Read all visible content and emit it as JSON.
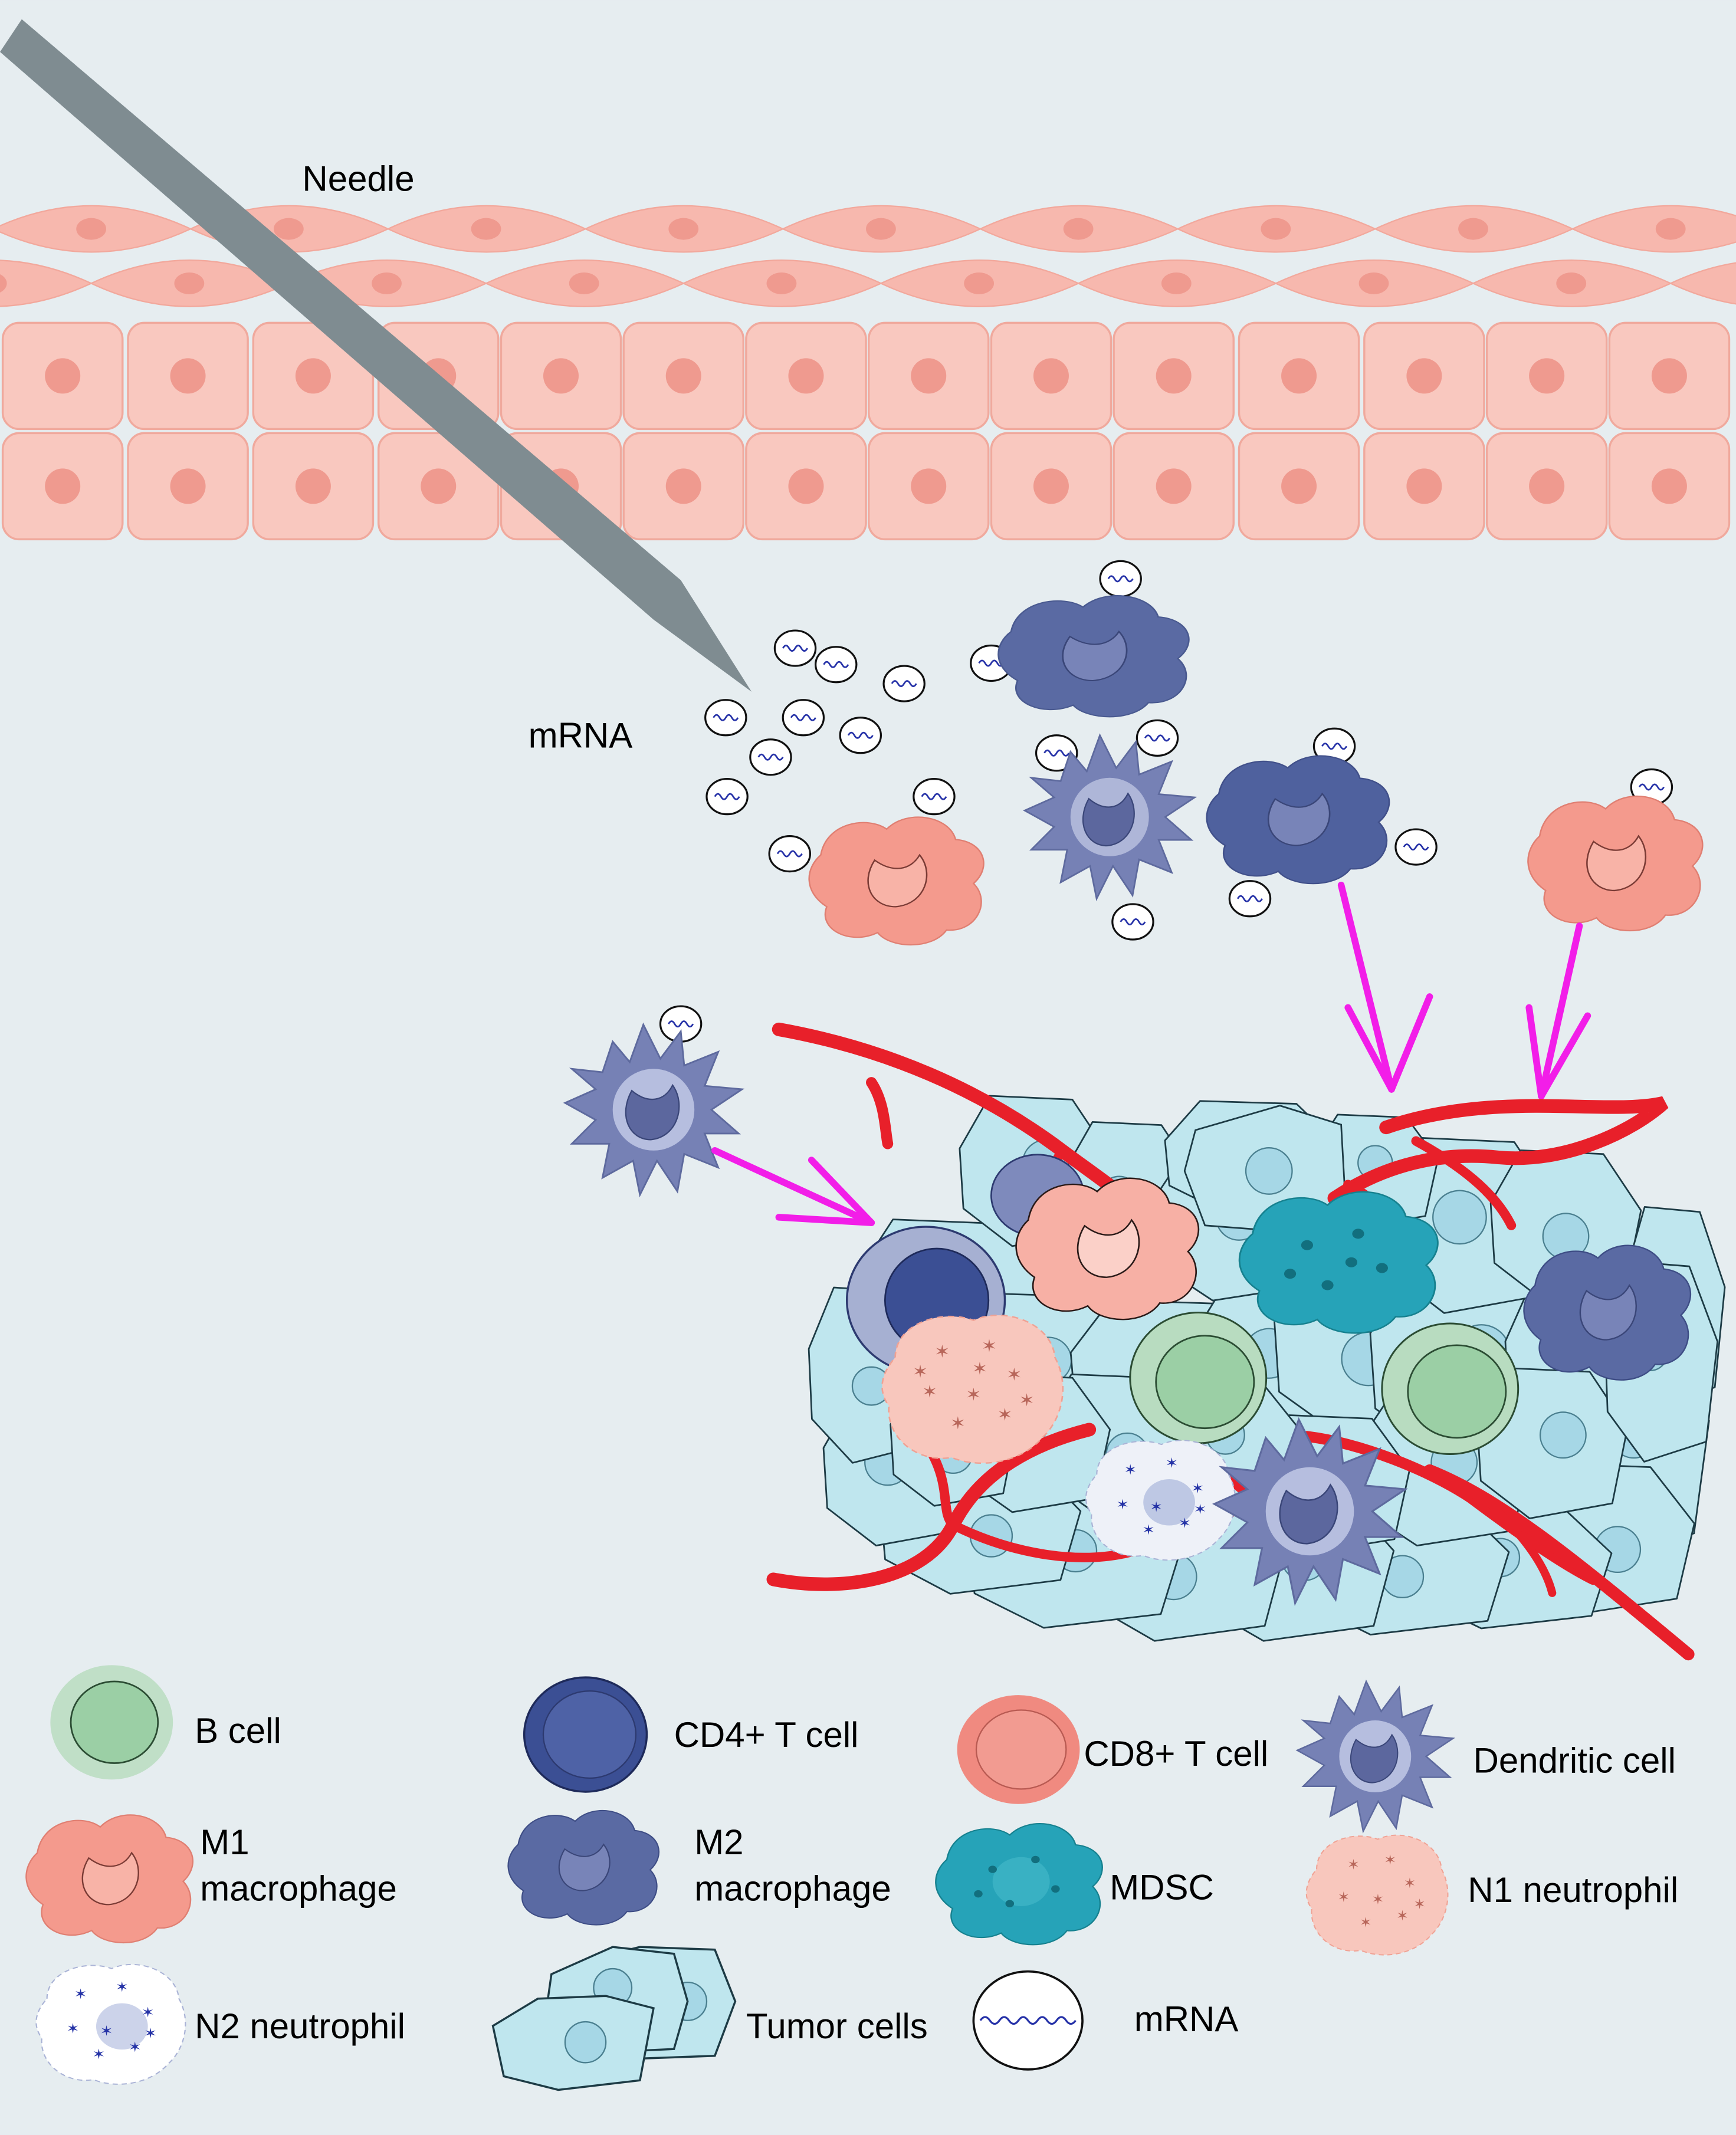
{
  "labels": {
    "needle": "Needle",
    "mrna": "mRNA"
  },
  "legend": [
    {
      "key": "b_cell",
      "lines": [
        "B cell"
      ]
    },
    {
      "key": "cd4",
      "lines": [
        "CD4+ T cell"
      ]
    },
    {
      "key": "cd8",
      "lines": [
        "CD8+ T cell"
      ]
    },
    {
      "key": "dendritic",
      "lines": [
        "Dendritic cell"
      ]
    },
    {
      "key": "m1",
      "lines": [
        "M1",
        "macrophage"
      ]
    },
    {
      "key": "m2",
      "lines": [
        "M2",
        "macrophage"
      ]
    },
    {
      "key": "mdsc",
      "lines": [
        "MDSC"
      ]
    },
    {
      "key": "n1",
      "lines": [
        "N1 neutrophil"
      ]
    },
    {
      "key": "n2",
      "lines": [
        "N2 neutrophil"
      ]
    },
    {
      "key": "tumor",
      "lines": [
        "Tumor cells"
      ]
    },
    {
      "key": "mrna",
      "lines": [
        "mRNA"
      ]
    }
  ],
  "colors": {
    "background": "#e6edf0",
    "skin": "#f7b8ae",
    "skin_nucleus": "#ef9a8f",
    "needle": "#7f8c91",
    "vessel": "#e8202a",
    "arrow": "#f21ee8",
    "tumor_fill": "#bfe6ee",
    "tumor_nucleus": "#a6d7e6",
    "b_cell": "#9bcfa5",
    "cd4": "#3b4f94",
    "cd8": "#f08a80",
    "m1": "#f49a8d",
    "m2": "#5a6aa3",
    "dendritic": "#7681b5",
    "mdsc": "#26a3b8",
    "n1": "#f8c7bd",
    "n2": "#eef1f8"
  }
}
